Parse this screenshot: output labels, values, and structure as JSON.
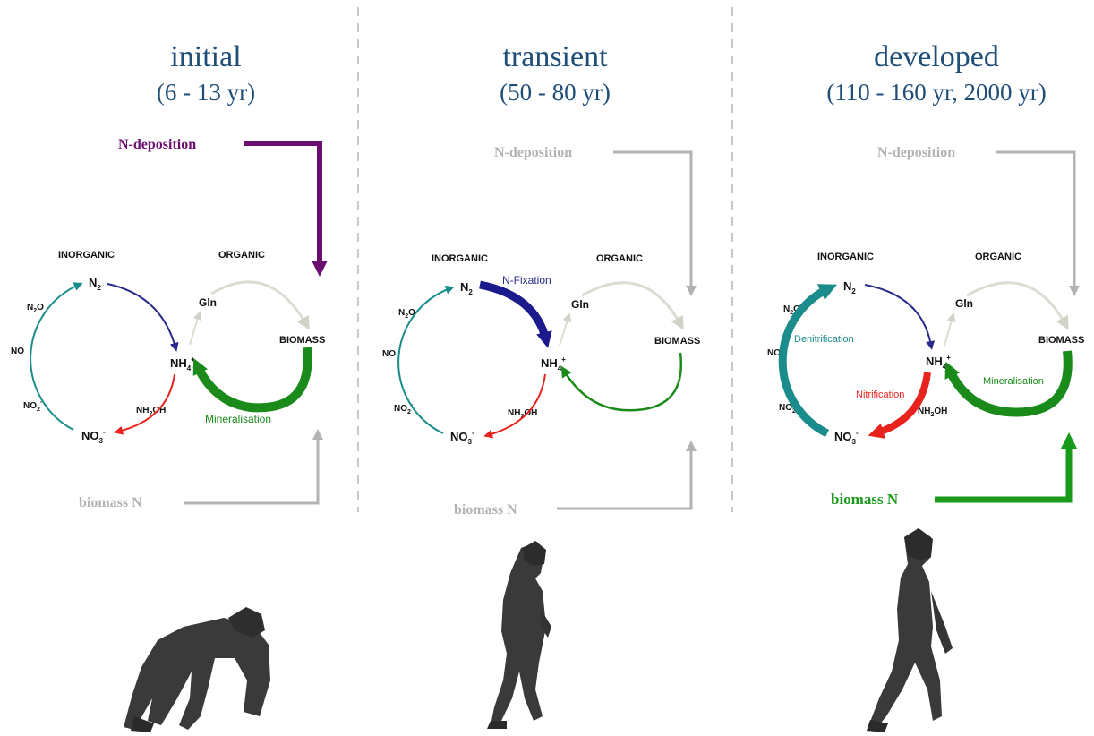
{
  "panels": [
    {
      "title": "initial",
      "period": "(6 - 13 yr)",
      "n_deposition_label": "N-deposition",
      "biomass_n_label": "biomass N",
      "n_deposition_active": true,
      "biomass_n_active": false,
      "inorganic_label": "INORGANIC",
      "organic_label": "ORGANIC",
      "process_labels": [
        "Mineralisation"
      ],
      "figure": "crouching-ape-silhouette"
    },
    {
      "title": "transient",
      "period": "(50 - 80 yr)",
      "n_deposition_label": "N-deposition",
      "biomass_n_label": "biomass N",
      "n_deposition_active": false,
      "biomass_n_active": false,
      "inorganic_label": "INORGANIC",
      "organic_label": "ORGANIC",
      "process_labels": [
        "N-Fixation"
      ],
      "figure": "stooped-hominid-silhouette"
    },
    {
      "title": "developed",
      "period": "(110 - 160 yr, 2000 yr)",
      "n_deposition_label": "N-deposition",
      "biomass_n_label": "biomass N",
      "n_deposition_active": false,
      "biomass_n_active": true,
      "inorganic_label": "INORGANIC",
      "organic_label": "ORGANIC",
      "process_labels": [
        "Denitrification",
        "Nitrification",
        "Mineralisation"
      ],
      "figure": "upright-human-silhouette"
    }
  ],
  "species": {
    "n2": "N",
    "n2_sub": "2",
    "n2o": "N",
    "n2o_sub": "2",
    "n2o_tail": "O",
    "no": "NO",
    "no2": "NO",
    "no2_sub": "2",
    "no2_sup": "-",
    "no3": "NO",
    "no3_sub": "3",
    "no3_sup": "-",
    "nh4": "NH",
    "nh4_sub": "4",
    "nh4_sup": "+",
    "nh2oh": "NH",
    "nh2oh_sub": "2",
    "nh2oh_tail": "OH",
    "gln": "Gln",
    "biomass": "BIOMASS"
  },
  "colors": {
    "title": "#1f4e79",
    "n_deposition_active": "#6a0f6e",
    "biomass_n_active": "#1a9a1a",
    "inactive_gray": "#b3b3b3",
    "teal": "#1b8c8c",
    "navy": "#2a2a8c",
    "red": "#e8231e",
    "green": "#1a8a1a",
    "light_gray_arrow": "#dcdcd2",
    "divider": "#c8c8c8",
    "silhouette": "#3a3a3a"
  }
}
